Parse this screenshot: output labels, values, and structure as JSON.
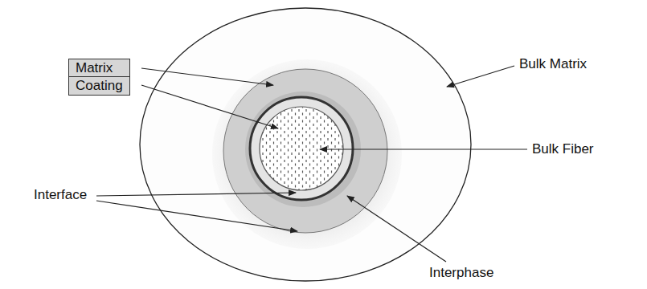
{
  "diagram": {
    "nodes": [
      {
        "text": [
          "Matrix"
        ]
      },
      {
        "text": [
          "Coating"
        ]
      }
    ],
    "labels": [
      "Bulk Matrix",
      "Bulk Fiber",
      "Interface",
      "Interphase"
    ]
  }
}
